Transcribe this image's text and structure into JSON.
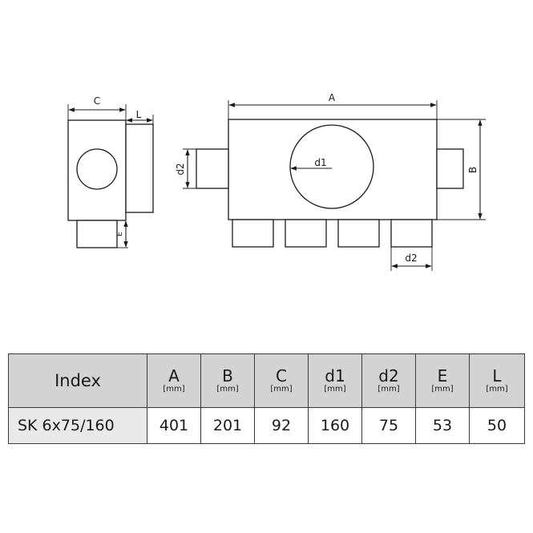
{
  "drawing": {
    "side_view": {
      "label_c": "C",
      "label_l": "L",
      "label_e": "E"
    },
    "front_view": {
      "label_a": "A",
      "label_b": "B",
      "label_d1": "d1",
      "label_d2_left": "d2",
      "label_d2_bottom": "d2"
    }
  },
  "table": {
    "header": {
      "index": "Index",
      "columns": [
        {
          "name": "A",
          "unit": "[mm]"
        },
        {
          "name": "B",
          "unit": "[mm]"
        },
        {
          "name": "C",
          "unit": "[mm]"
        },
        {
          "name": "d1",
          "unit": "[mm]"
        },
        {
          "name": "d2",
          "unit": "[mm]"
        },
        {
          "name": "E",
          "unit": "[mm]"
        },
        {
          "name": "L",
          "unit": "[mm]"
        }
      ]
    },
    "row": {
      "index": "SK 6x75/160",
      "values": [
        "401",
        "201",
        "92",
        "160",
        "75",
        "53",
        "50"
      ]
    }
  }
}
